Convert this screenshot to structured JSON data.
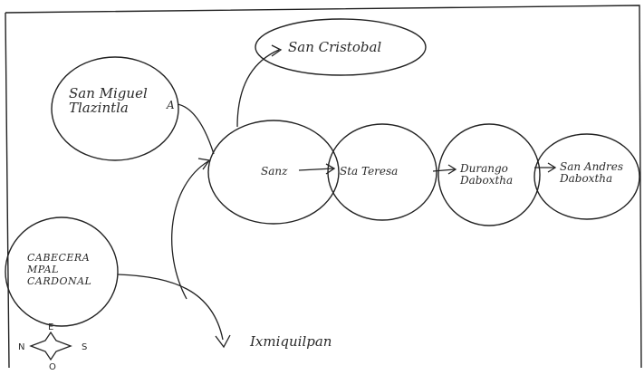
{
  "diagram": {
    "nodes": {
      "san_cristobal": "San Cristobal",
      "san_miguel": "San Miguel\nTlazintla",
      "san_miguel_marker": "A",
      "sanz": "Sanz",
      "sta_teresa": "Sta Teresa",
      "durango": "Durango\nDaboxtha",
      "san_andres": "San Andres\nDaboxtha",
      "cabecera": "CABECERA\nMPAL\nCARDONAL",
      "ixmiquilpan": "Ixmiquilpan"
    },
    "compass": {
      "north": "N",
      "east": "E",
      "south_right": "S",
      "bottom": "O"
    }
  }
}
